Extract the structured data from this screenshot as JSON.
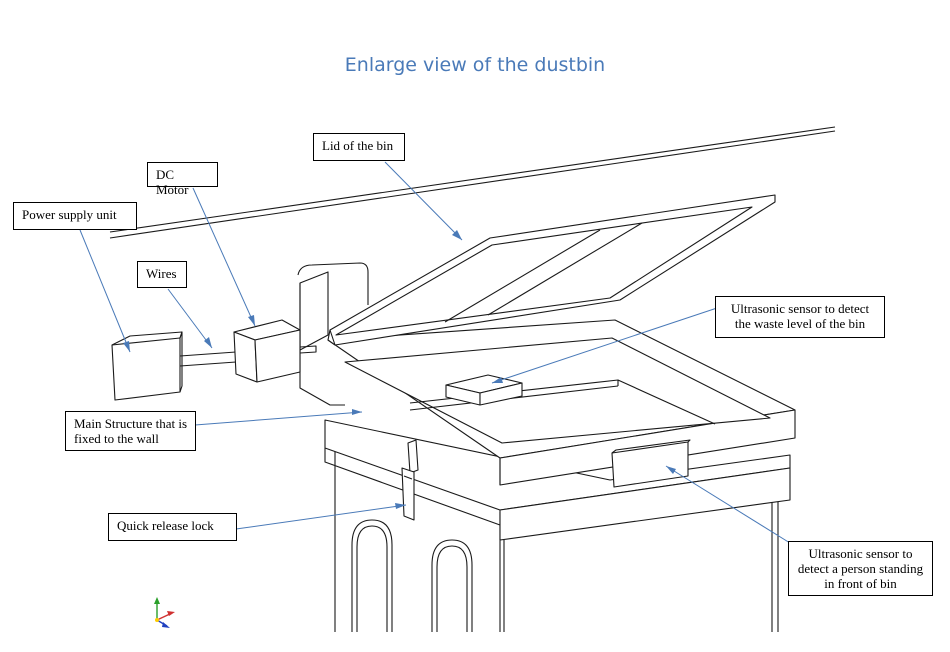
{
  "title": "Enlarge view of the dustbin",
  "labels": {
    "lid": "Lid of the bin",
    "dc_motor": "DC Motor",
    "power_supply": "Power supply unit",
    "wires": "Wires",
    "sensor_waste": "Ultrasonic sensor to detect the waste level of the bin",
    "main_structure": "Main Structure that is fixed to the wall",
    "quick_release": "Quick release lock",
    "sensor_person": "Ultrasonic sensor to detect a person standing in front of bin"
  },
  "colors": {
    "title": "#4a7ab8",
    "leader_line": "#4a7ab8",
    "outline": "#000000"
  }
}
